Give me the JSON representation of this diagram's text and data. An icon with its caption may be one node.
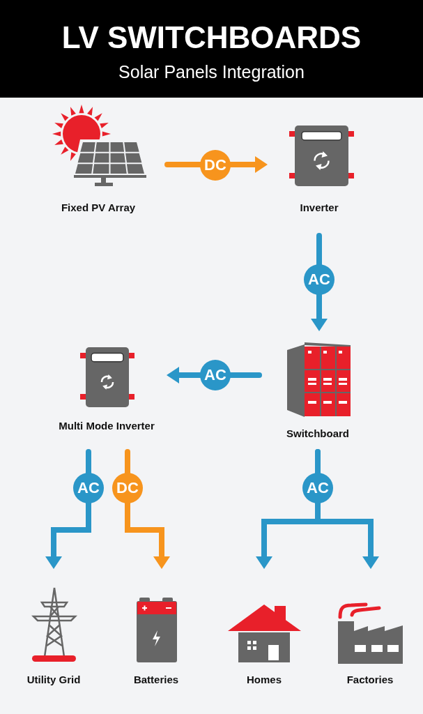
{
  "diagram": {
    "title": "LV SWITCHBOARDS",
    "nodes": [
      {
        "text": [
          "Fixed PV Array"
        ]
      },
      {
        "text": [
          "Inverter"
        ]
      },
      {
        "text": [
          "Switchboard"
        ]
      },
      {
        "text": [
          "Multi Mode Inverter"
        ]
      },
      {
        "text": [
          "Utility Grid"
        ]
      },
      {
        "text": [
          "Batteries"
        ]
      },
      {
        "text": [
          "Homes"
        ]
      },
      {
        "text": [
          "Factories"
        ]
      }
    ],
    "edges": [
      {
        "from": 0,
        "to": 1,
        "arrow": "to",
        "label": "DC",
        "color": "#f7941d"
      },
      {
        "from": 1,
        "to": 2,
        "arrow": "to",
        "label": "AC"
      },
      {
        "from": 2,
        "to": 3,
        "arrow": "to",
        "label": "AC"
      },
      {
        "from": 3,
        "to": 4,
        "arrow": "to",
        "label": "AC"
      },
      {
        "from": 3,
        "to": 5,
        "arrow": "to",
        "label": "DC",
        "color": "#f7941d"
      },
      {
        "from": 2,
        "to": 6,
        "arrow": "to",
        "label": "AC"
      },
      {
        "from": 2,
        "to": 7,
        "arrow": "to"
      }
    ],
    "labels": [
      "Solar Panels Integration"
    ]
  }
}
